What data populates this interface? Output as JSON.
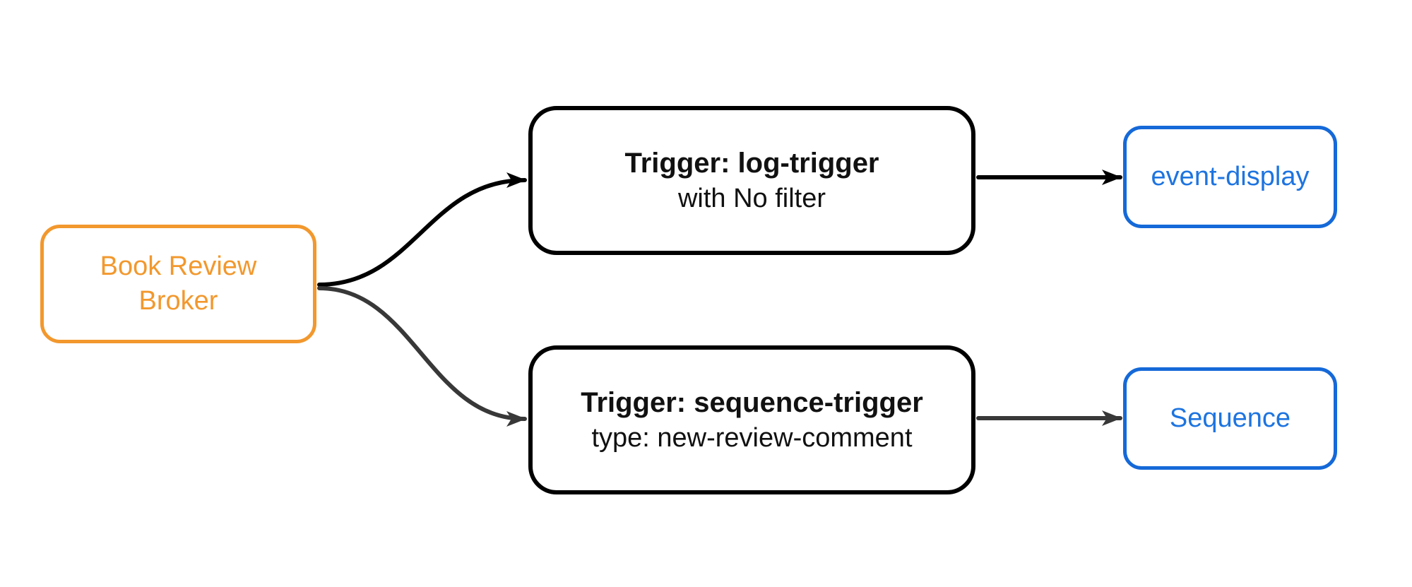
{
  "diagram": {
    "type": "flowchart",
    "nodes": {
      "broker": {
        "label": "Book Review Broker"
      },
      "trigger_log": {
        "title": "Trigger: log-trigger",
        "subtitle": "with No filter"
      },
      "trigger_sequence": {
        "title": "Trigger: sequence-trigger",
        "subtitle": "type: new-review-comment"
      },
      "event_display": {
        "label": "event-display"
      },
      "sequence": {
        "label": "Sequence"
      }
    },
    "edges": [
      {
        "from": "broker",
        "to": "trigger_log",
        "style": "curved",
        "color": "#000000"
      },
      {
        "from": "broker",
        "to": "trigger_sequence",
        "style": "curved",
        "color": "#383838"
      },
      {
        "from": "trigger_log",
        "to": "event_display",
        "style": "straight",
        "color": "#000000"
      },
      {
        "from": "trigger_sequence",
        "to": "sequence",
        "style": "straight",
        "color": "#383838"
      }
    ]
  },
  "colors": {
    "background": "#ffffff",
    "orange": "#F2982D",
    "blue_border": "#1569D8",
    "blue_text": "#1D74E0",
    "node_border_dark": "#000000",
    "edge_black": "#000000",
    "edge_gray": "#383838",
    "text_dark": "#111111"
  }
}
